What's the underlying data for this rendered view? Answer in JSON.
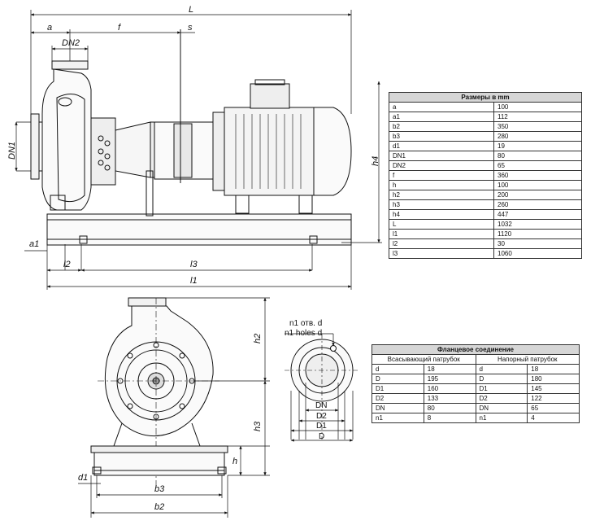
{
  "drawing": {
    "side_view_labels": {
      "L": "L",
      "a": "a",
      "f": "f",
      "s": "s",
      "DN2": "DN2",
      "DN1": "DN1",
      "h4": "h4",
      "a1": "a1",
      "l2": "l2",
      "l3": "l3",
      "l1": "l1"
    },
    "front_view_labels": {
      "h2": "h2",
      "h3": "h3",
      "h": "h",
      "d1": "d1",
      "b3": "b3",
      "b2": "b2"
    },
    "flange_view_labels": {
      "holes_ru": "n1 отв. d",
      "holes_en": "n1 holes d",
      "DN": "DN",
      "D2": "D2",
      "D1": "D1",
      "D": "D"
    }
  },
  "dimensions_table": {
    "title": "Размеры в mm",
    "rows": [
      [
        "a",
        "100"
      ],
      [
        "a1",
        "112"
      ],
      [
        "b2",
        "350"
      ],
      [
        "b3",
        "280"
      ],
      [
        "d1",
        "19"
      ],
      [
        "DN1",
        "80"
      ],
      [
        "DN2",
        "65"
      ],
      [
        "f",
        "360"
      ],
      [
        "h",
        "100"
      ],
      [
        "h2",
        "200"
      ],
      [
        "h3",
        "260"
      ],
      [
        "h4",
        "447"
      ],
      [
        "L",
        "1032"
      ],
      [
        "l1",
        "1120"
      ],
      [
        "l2",
        "30"
      ],
      [
        "l3",
        "1060"
      ]
    ]
  },
  "flange_table": {
    "title": "Фланцевое соединение",
    "suction_header": "Всасывающий патрубок",
    "discharge_header": "Напорный патрубок",
    "rows": [
      [
        "d",
        "18",
        "d",
        "18"
      ],
      [
        "D",
        "195",
        "D",
        "180"
      ],
      [
        "D1",
        "160",
        "D1",
        "145"
      ],
      [
        "D2",
        "133",
        "D2",
        "122"
      ],
      [
        "DN",
        "80",
        "DN",
        "65"
      ],
      [
        "n1",
        "8",
        "n1",
        "4"
      ]
    ]
  }
}
